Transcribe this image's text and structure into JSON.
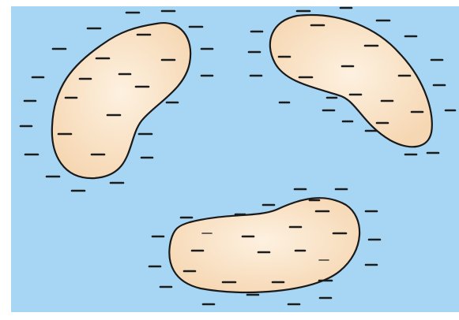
{
  "figure": {
    "colors": {
      "background": "#a7d6f4",
      "outer_frame": "#ffffff",
      "blob_fill_center": "#fdf1e0",
      "blob_fill_edge": "#f6d7b3",
      "blob_outline": "#1a1a1a",
      "charge_mark": "#1c1c1c"
    },
    "shapes": [
      {
        "name": "bean-shape-left"
      },
      {
        "name": "bean-shape-right"
      },
      {
        "name": "bean-shape-bottom"
      }
    ],
    "charge_symbol": "negative-charge-dash"
  }
}
